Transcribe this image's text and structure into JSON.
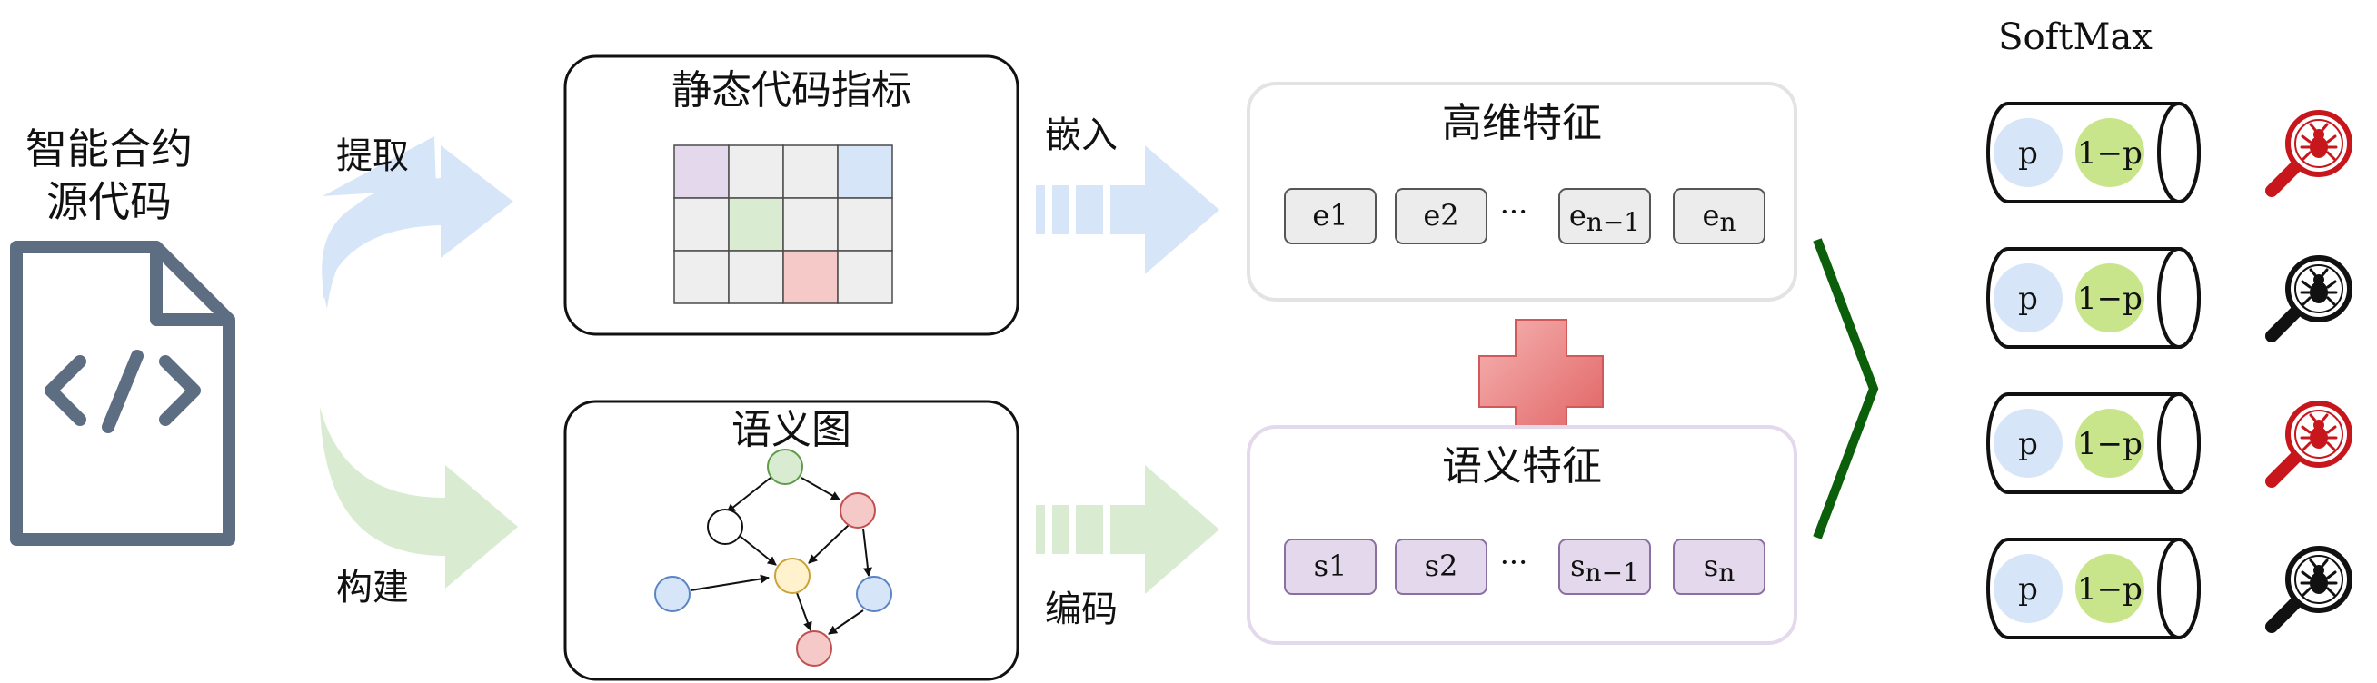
{
  "source": {
    "title_line1": "智能合约",
    "title_line2": "源代码",
    "icon": "code-file-icon"
  },
  "flows": {
    "extract": "提取",
    "build": "构建",
    "embed": "嵌入",
    "encode": "编码"
  },
  "static_box": {
    "title": "静态代码指标"
  },
  "semantic_box": {
    "title": "语义图"
  },
  "high_dim": {
    "title": "高维特征",
    "tokens": [
      {
        "base": "e1",
        "sub": ""
      },
      {
        "base": "e2",
        "sub": ""
      },
      {
        "base": "e",
        "sub": "n−1"
      },
      {
        "base": "e",
        "sub": "n"
      }
    ],
    "ellipsis": "···"
  },
  "semantic_feat": {
    "title": "语义特征",
    "tokens": [
      {
        "base": "s1",
        "sub": ""
      },
      {
        "base": "s2",
        "sub": ""
      },
      {
        "base": "s",
        "sub": "n−1"
      },
      {
        "base": "s",
        "sub": "n"
      }
    ],
    "ellipsis": "···"
  },
  "combine": {
    "symbol": "plus-icon"
  },
  "softmax": {
    "title": "SoftMax",
    "rows": [
      {
        "p": "p",
        "q": "1−p",
        "icon": "bug-search-icon",
        "color": "#c8161d"
      },
      {
        "p": "p",
        "q": "1−p",
        "icon": "bug-search-icon",
        "color": "#111111"
      },
      {
        "p": "p",
        "q": "1−p",
        "icon": "bug-search-icon",
        "color": "#c8161d"
      },
      {
        "p": "p",
        "q": "1−p",
        "icon": "bug-search-icon",
        "color": "#111111"
      }
    ]
  },
  "colors": {
    "blue": "#d6e6f8",
    "green": "#d9ecd2",
    "purple": "#e4d9ec",
    "pink": "#f6c9c9",
    "yellow": "#fff2cc",
    "dark_green": "#0b5f0b",
    "red": "#c8161d"
  }
}
